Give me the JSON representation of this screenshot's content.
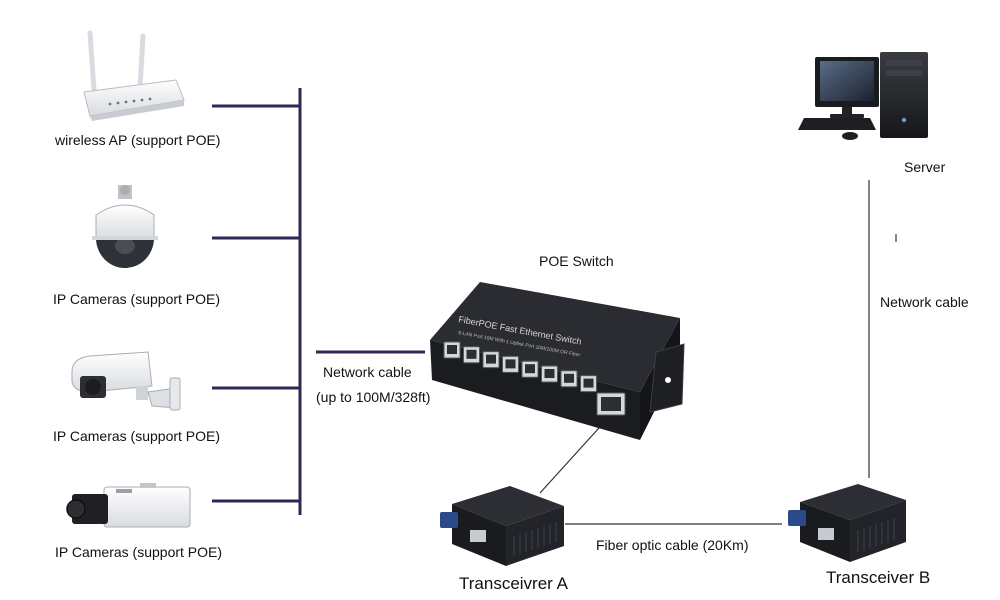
{
  "devices": {
    "wireless_ap": "wireless AP (support POE)",
    "ip_camera_dome": "IP Cameras (support POE)",
    "ip_camera_bullet": "IP Cameras (support POE)",
    "ip_camera_box": "IP Cameras (support POE)",
    "server": "Server"
  },
  "equipment": {
    "poe_switch": "POE Switch",
    "switch_face_line1": "FiberPOE Fast Ethernet Switch",
    "switch_face_line2": "8-LAN Port 10M With 1 Uplink Port 10M/100M OR Fiber",
    "transceiver_a": "Transceivrer A",
    "transceiver_b": "Transceiver B"
  },
  "cables": {
    "network_cable_left_line1": "Network cable",
    "network_cable_left_line2": "(up to 100M/328ft)",
    "network_cable_right": "Network cable",
    "fiber_optic": "Fiber optic cable (20Km)"
  },
  "colors": {
    "bus_line": "#2b2a55",
    "thin_line": "#333333",
    "switch_body": "#2a2c31",
    "switch_dark": "#1b1c20"
  }
}
